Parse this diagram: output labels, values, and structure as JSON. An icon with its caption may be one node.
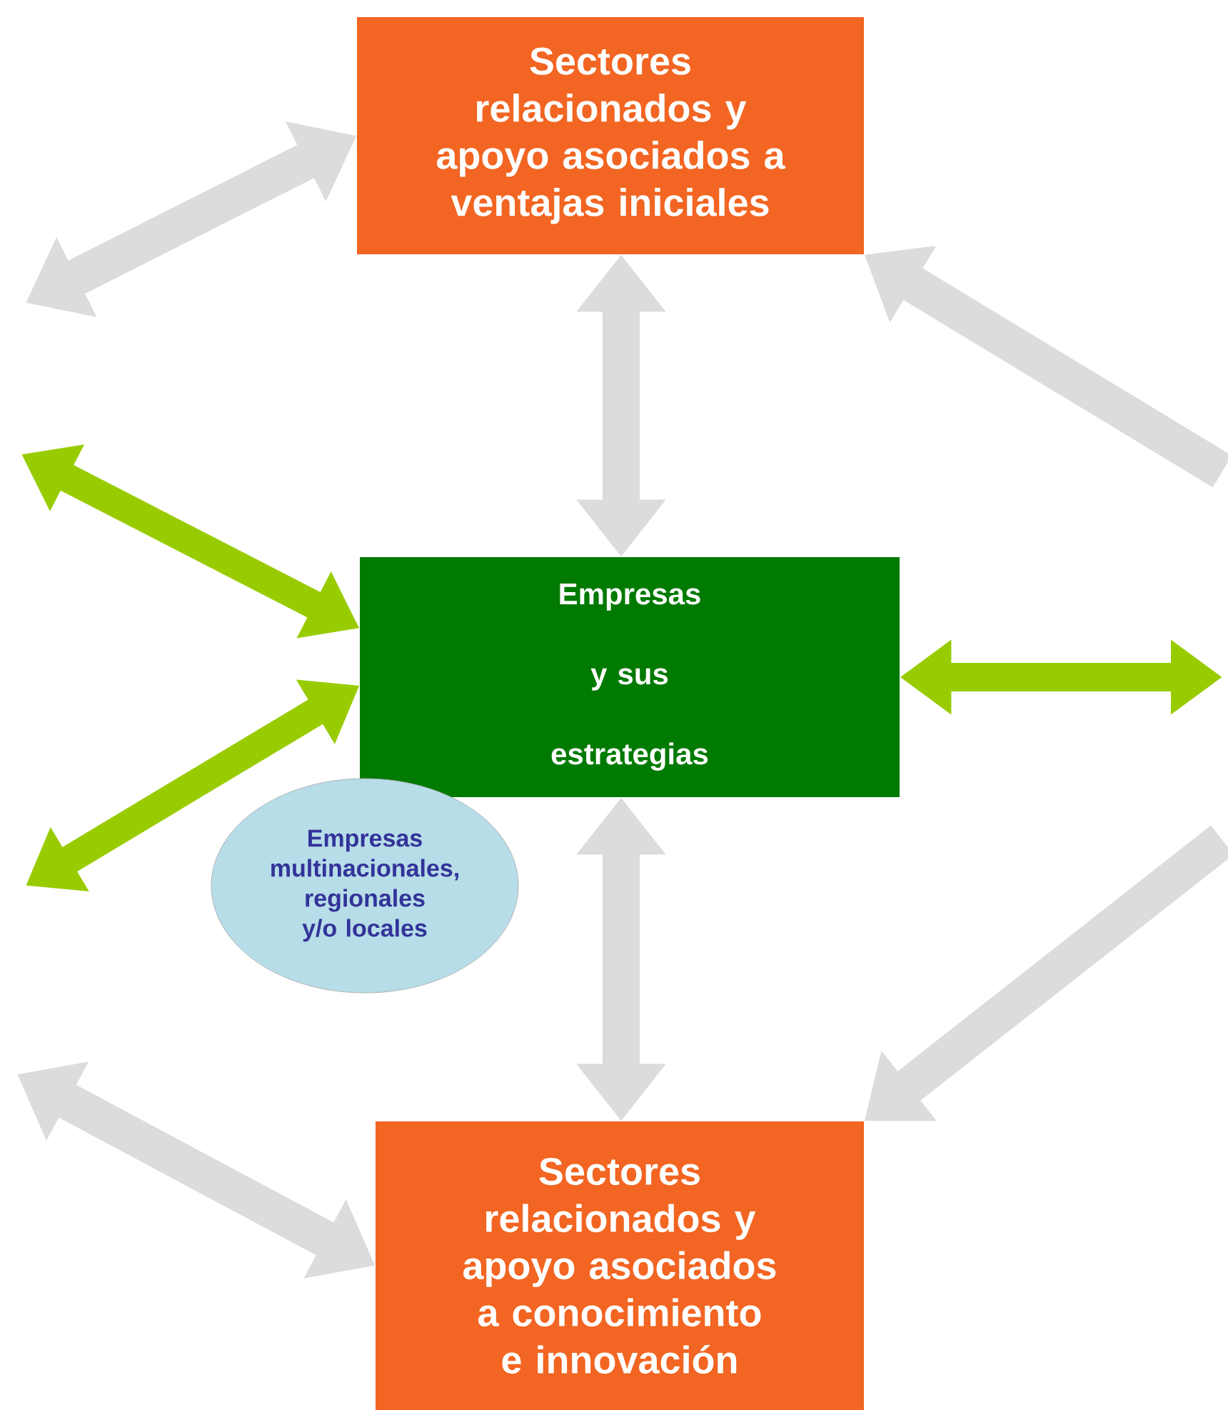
{
  "diagram": {
    "nodes": [
      {
        "text": [
          "Sectores relacionados y apoyo asociados a ventajas iniciales"
        ]
      },
      {
        "text": [
          "Empresas y sus estrategias"
        ]
      },
      {
        "text": [
          "Empresas multinacionales, regionales y/o locales"
        ]
      },
      {
        "text": [
          "Sectores relacionados y apoyo asociados a conocimiento e innovación"
        ]
      }
    ],
    "edges": [
      {
        "from": null,
        "to": 0,
        "arrow": "both"
      },
      {
        "from": null,
        "to": 0,
        "arrow": "to"
      },
      {
        "from": 0,
        "to": 1,
        "arrow": "both"
      },
      {
        "from": null,
        "to": 1,
        "arrow": "both",
        "color": "#99cc00"
      },
      {
        "from": null,
        "to": 1,
        "arrow": "both",
        "color": "#99cc00"
      },
      {
        "from": 1,
        "to": null,
        "arrow": "both",
        "color": "#99cc00"
      },
      {
        "from": 1,
        "to": 3,
        "arrow": "both"
      },
      {
        "from": null,
        "to": 3,
        "arrow": "to"
      },
      {
        "from": null,
        "to": 3,
        "arrow": "both"
      }
    ]
  }
}
